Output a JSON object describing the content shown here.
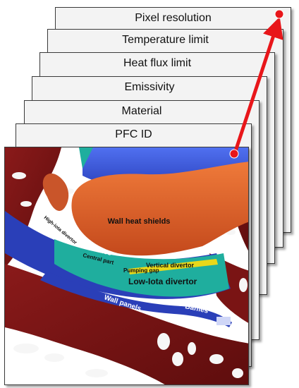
{
  "layers": [
    {
      "id": "pixel-resolution",
      "label": "Pixel resolution"
    },
    {
      "id": "temperature-limit",
      "label": "Temperature limit"
    },
    {
      "id": "heat-flux-limit",
      "label": "Heat flux limit"
    },
    {
      "id": "emissivity",
      "label": "Emissivity"
    },
    {
      "id": "material",
      "label": "Material"
    },
    {
      "id": "pfc-id",
      "label": "PFC ID"
    }
  ],
  "render_labels": {
    "wall_heat_shields": "Wall heat shields",
    "baffles_upper": "Baffles",
    "baffles_lower": "Baffles",
    "high_iota_divertor": "High-iota divertor",
    "central_part": "Central part",
    "vertical_divertor": "Vertical divertor",
    "pumping_gap": "Pumping gap",
    "low_iota_divertor": "Low-Iota divertor",
    "wall_panels": "Wall panels"
  },
  "colors": {
    "arrow": "#e8161a",
    "marker": "#e8161a",
    "wall_heat_shields": "#e2622a",
    "wall_panels": "#7a1414",
    "baffles": "#2a3fb8",
    "divertor_teal": "#1fae9e",
    "pumping_gap": "#e8d81a",
    "upper_blue": "#3f5fe0"
  }
}
